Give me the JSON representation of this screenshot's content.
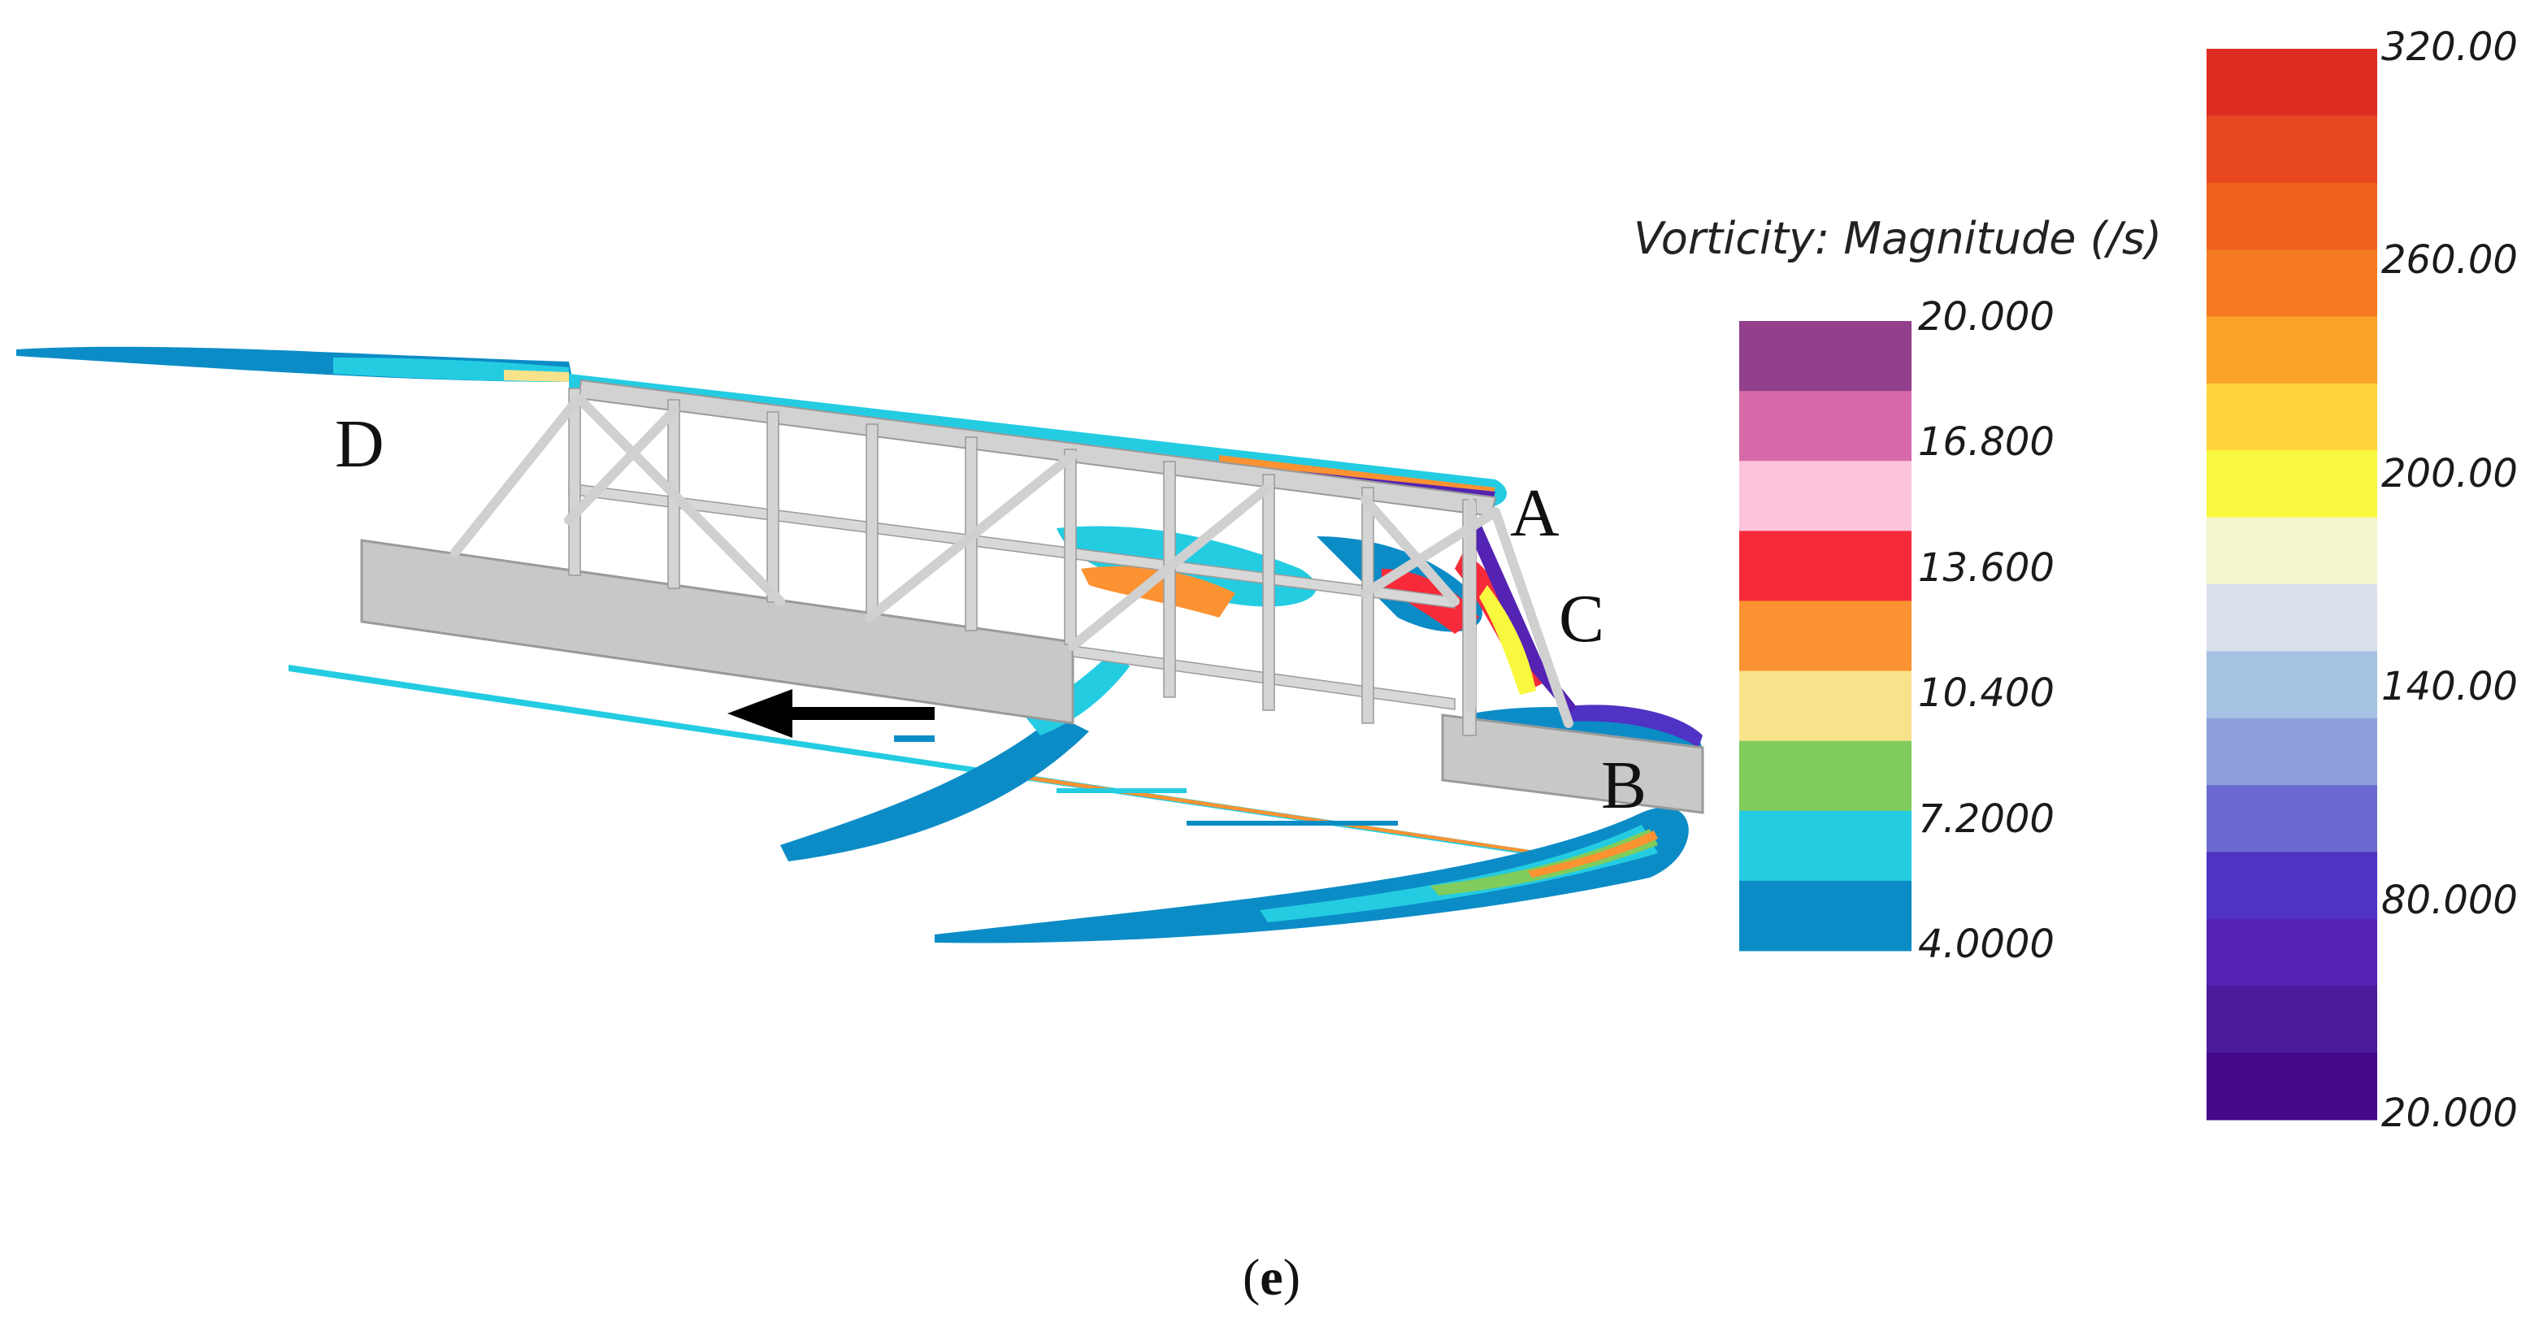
{
  "figure": {
    "caption_open": "(",
    "caption_letter": "e",
    "caption_close": ")"
  },
  "points": {
    "A": "A",
    "B": "B",
    "C": "C",
    "D": "D"
  },
  "legend_small": {
    "title": "Vorticity: Magnitude (/s)",
    "tick_labels": [
      "20.000",
      "16.800",
      "13.600",
      "10.400",
      "7.2000",
      "4.0000"
    ],
    "colors_top_to_bottom": [
      "#923f8c",
      "#d66aa8",
      "#fdc3db",
      "#f72a3a",
      "#fc9231",
      "#f9e38a",
      "#80cc5c",
      "#24cce2",
      "#0c8cc6"
    ]
  },
  "legend_large": {
    "tick_labels": [
      "320.00",
      "260.00",
      "200.00",
      "140.00",
      "80.000",
      "20.000"
    ],
    "colors_top_to_bottom": [
      "#df2c23",
      "#e8481f",
      "#f0611e",
      "#f57a21",
      "#faa127",
      "#fdd43b",
      "#f8f93e",
      "#f4f5cb",
      "#d8e0ec",
      "#a5c2e3",
      "#8d9fda",
      "#6c6ad0",
      "#5032c4",
      "#5423b3",
      "#4c1a9d",
      "#46088a"
    ]
  },
  "colors": {
    "structure": "#c8c8c8",
    "structure_edge": "#9a9a9a",
    "arrow": "#000000"
  }
}
